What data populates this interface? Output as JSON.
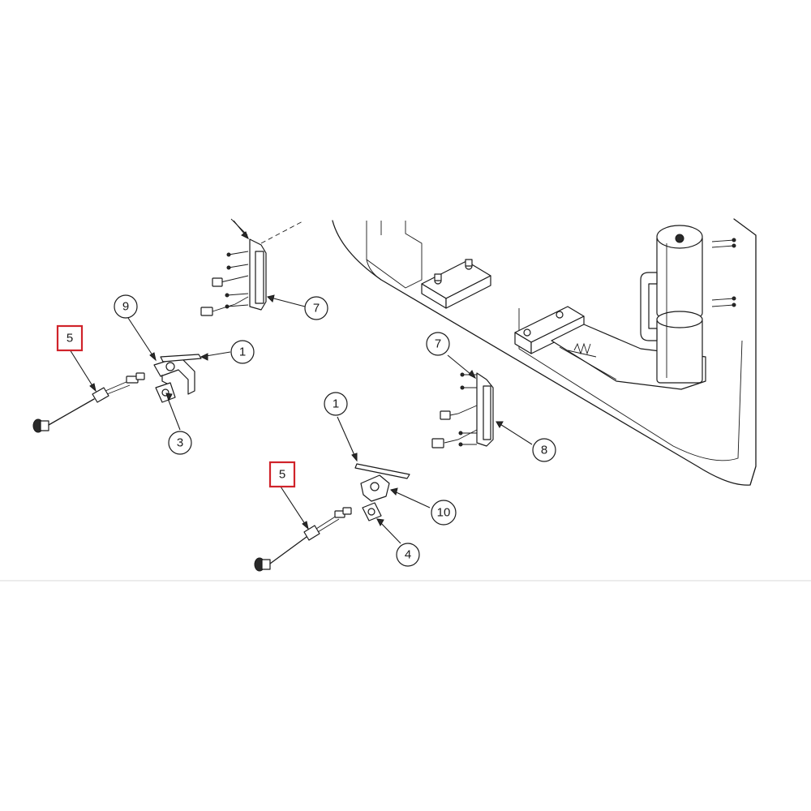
{
  "callouts": [
    {
      "id": "c1a",
      "label": "1",
      "highlighted": false
    },
    {
      "id": "c1b",
      "label": "1",
      "highlighted": false
    },
    {
      "id": "c3",
      "label": "3",
      "highlighted": false
    },
    {
      "id": "c4",
      "label": "4",
      "highlighted": false
    },
    {
      "id": "c5a",
      "label": "5",
      "highlighted": true
    },
    {
      "id": "c5b",
      "label": "5",
      "highlighted": true
    },
    {
      "id": "c7a",
      "label": "7",
      "highlighted": false
    },
    {
      "id": "c7b",
      "label": "7",
      "highlighted": false
    },
    {
      "id": "c8",
      "label": "8",
      "highlighted": false
    },
    {
      "id": "c9",
      "label": "9",
      "highlighted": false
    },
    {
      "id": "c10",
      "label": "10",
      "highlighted": false
    }
  ],
  "colors": {
    "highlight": "#d0232a",
    "line": "#1a1a1a",
    "background": "#ffffff"
  }
}
